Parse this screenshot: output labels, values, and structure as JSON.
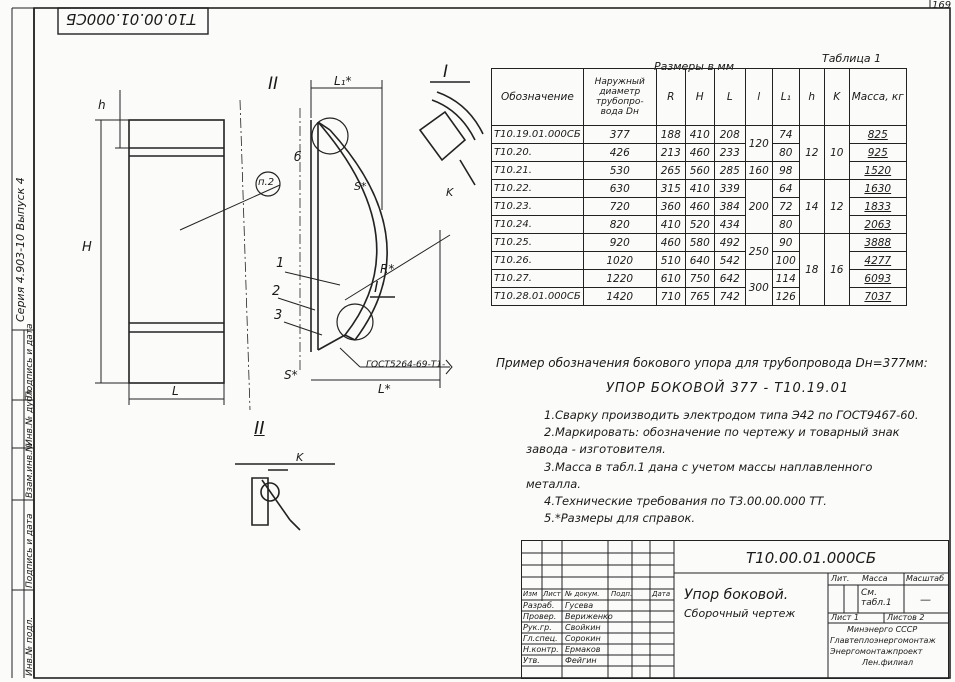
{
  "page_number": "169",
  "corner_code": "T10.00.01.000СБ",
  "side_strip": [
    "Серия 4.903-10   Выпуск 4",
    "Подпись и дата",
    "Инв.№ дубл.",
    "Взам.инв.№",
    "Подпись и дата",
    "Инв.№ подл."
  ],
  "drawing_labels": {
    "h": "h",
    "H": "H",
    "L_bottom": "L",
    "L1": "L₁*",
    "b": "б",
    "s_star": "S*",
    "s_bottom": "S*",
    "R": "R*",
    "L_star": "L*",
    "K": "K",
    "view_I": "I",
    "view_II": "II",
    "callout_1": "1",
    "callout_2": "2",
    "callout_3": "3",
    "p2": "п.2",
    "weld_std": "ГОСТ5264-69-Т1-",
    "detail_II": "II",
    "detail_K": "K"
  },
  "table": {
    "caption": "Таблица 1",
    "dims_caption": "Размеры в мм",
    "headers": [
      "Обозначение",
      "Наружный диаметр трубопро-вода Dн",
      "R",
      "H",
      "L",
      "l",
      "L₁",
      "h",
      "K",
      "Масса, кг"
    ],
    "rows": [
      [
        "Т10.19.01.000СБ",
        "377",
        "188",
        "410",
        "208",
        "74",
        "825"
      ],
      [
        "Т10.20.",
        "426",
        "213",
        "460",
        "233",
        "80",
        "925"
      ],
      [
        "Т10.21.",
        "530",
        "265",
        "560",
        "285",
        "98",
        "1520"
      ],
      [
        "Т10.22.",
        "630",
        "315",
        "410",
        "339",
        "64",
        "1630"
      ],
      [
        "Т10.23.",
        "720",
        "360",
        "460",
        "384",
        "72",
        "1833"
      ],
      [
        "Т10.24.",
        "820",
        "410",
        "520",
        "434",
        "80",
        "2063"
      ],
      [
        "Т10.25.",
        "920",
        "460",
        "580",
        "492",
        "90",
        "3888"
      ],
      [
        "Т10.26.",
        "1020",
        "510",
        "640",
        "542",
        "100",
        "4277"
      ],
      [
        "Т10.27.",
        "1220",
        "610",
        "750",
        "642",
        "114",
        "6093"
      ],
      [
        "Т10.28.01.000СБ",
        "1420",
        "710",
        "765",
        "742",
        "126",
        "7037"
      ]
    ],
    "l_groups": [
      "120",
      "160",
      "200",
      "250",
      "300"
    ],
    "h_groups": [
      "12",
      "14",
      "18"
    ],
    "k_groups": [
      "10",
      "12",
      "16"
    ]
  },
  "example_line": "Пример обозначения бокового упора для трубопровода Dн=377мм:",
  "example_title": "УПОР БОКОВОЙ 377 - Т10.19.01",
  "notes": [
    "1.Сварку производить электродом типа Э42 по ГОСТ9467-60.",
    "2.Маркировать: обозначение по чертежу и товарный знак",
    "завода - изготовителя.",
    "3.Масса в табл.1 дана с учетом массы наплавленного",
    "металла.",
    "4.Технические требования по Т3.00.00.000 ТТ.",
    "5.*Размеры для справок."
  ],
  "stamp": {
    "code": "Т10.00.01.000СБ",
    "name_line1": "Упор боковой.",
    "name_line2": "Сборочный чертеж",
    "col_heads": [
      "Изм",
      "Лист",
      "№ докум.",
      "Подп.",
      "Дата"
    ],
    "roles": [
      "Разраб.",
      "Провер.",
      "Рук.гр.",
      "Гл.спец.",
      "Н.контр.",
      "Утв."
    ],
    "names": [
      "Гусева",
      "Вериженко",
      "Свойкин",
      "Сорокин",
      "Ермаков",
      "Фейгин"
    ],
    "lit_heads": [
      "Лит.",
      "Масса",
      "Масштаб"
    ],
    "mass_ref": "См. табл.1",
    "scale_val": "—",
    "sheet": "Лист 1",
    "sheets": "Листов 2",
    "org": [
      "Минэнерго СССР",
      "Главтеплоэнергомонтаж",
      "Энергомонтажпроект",
      "Лен.филиал"
    ]
  }
}
